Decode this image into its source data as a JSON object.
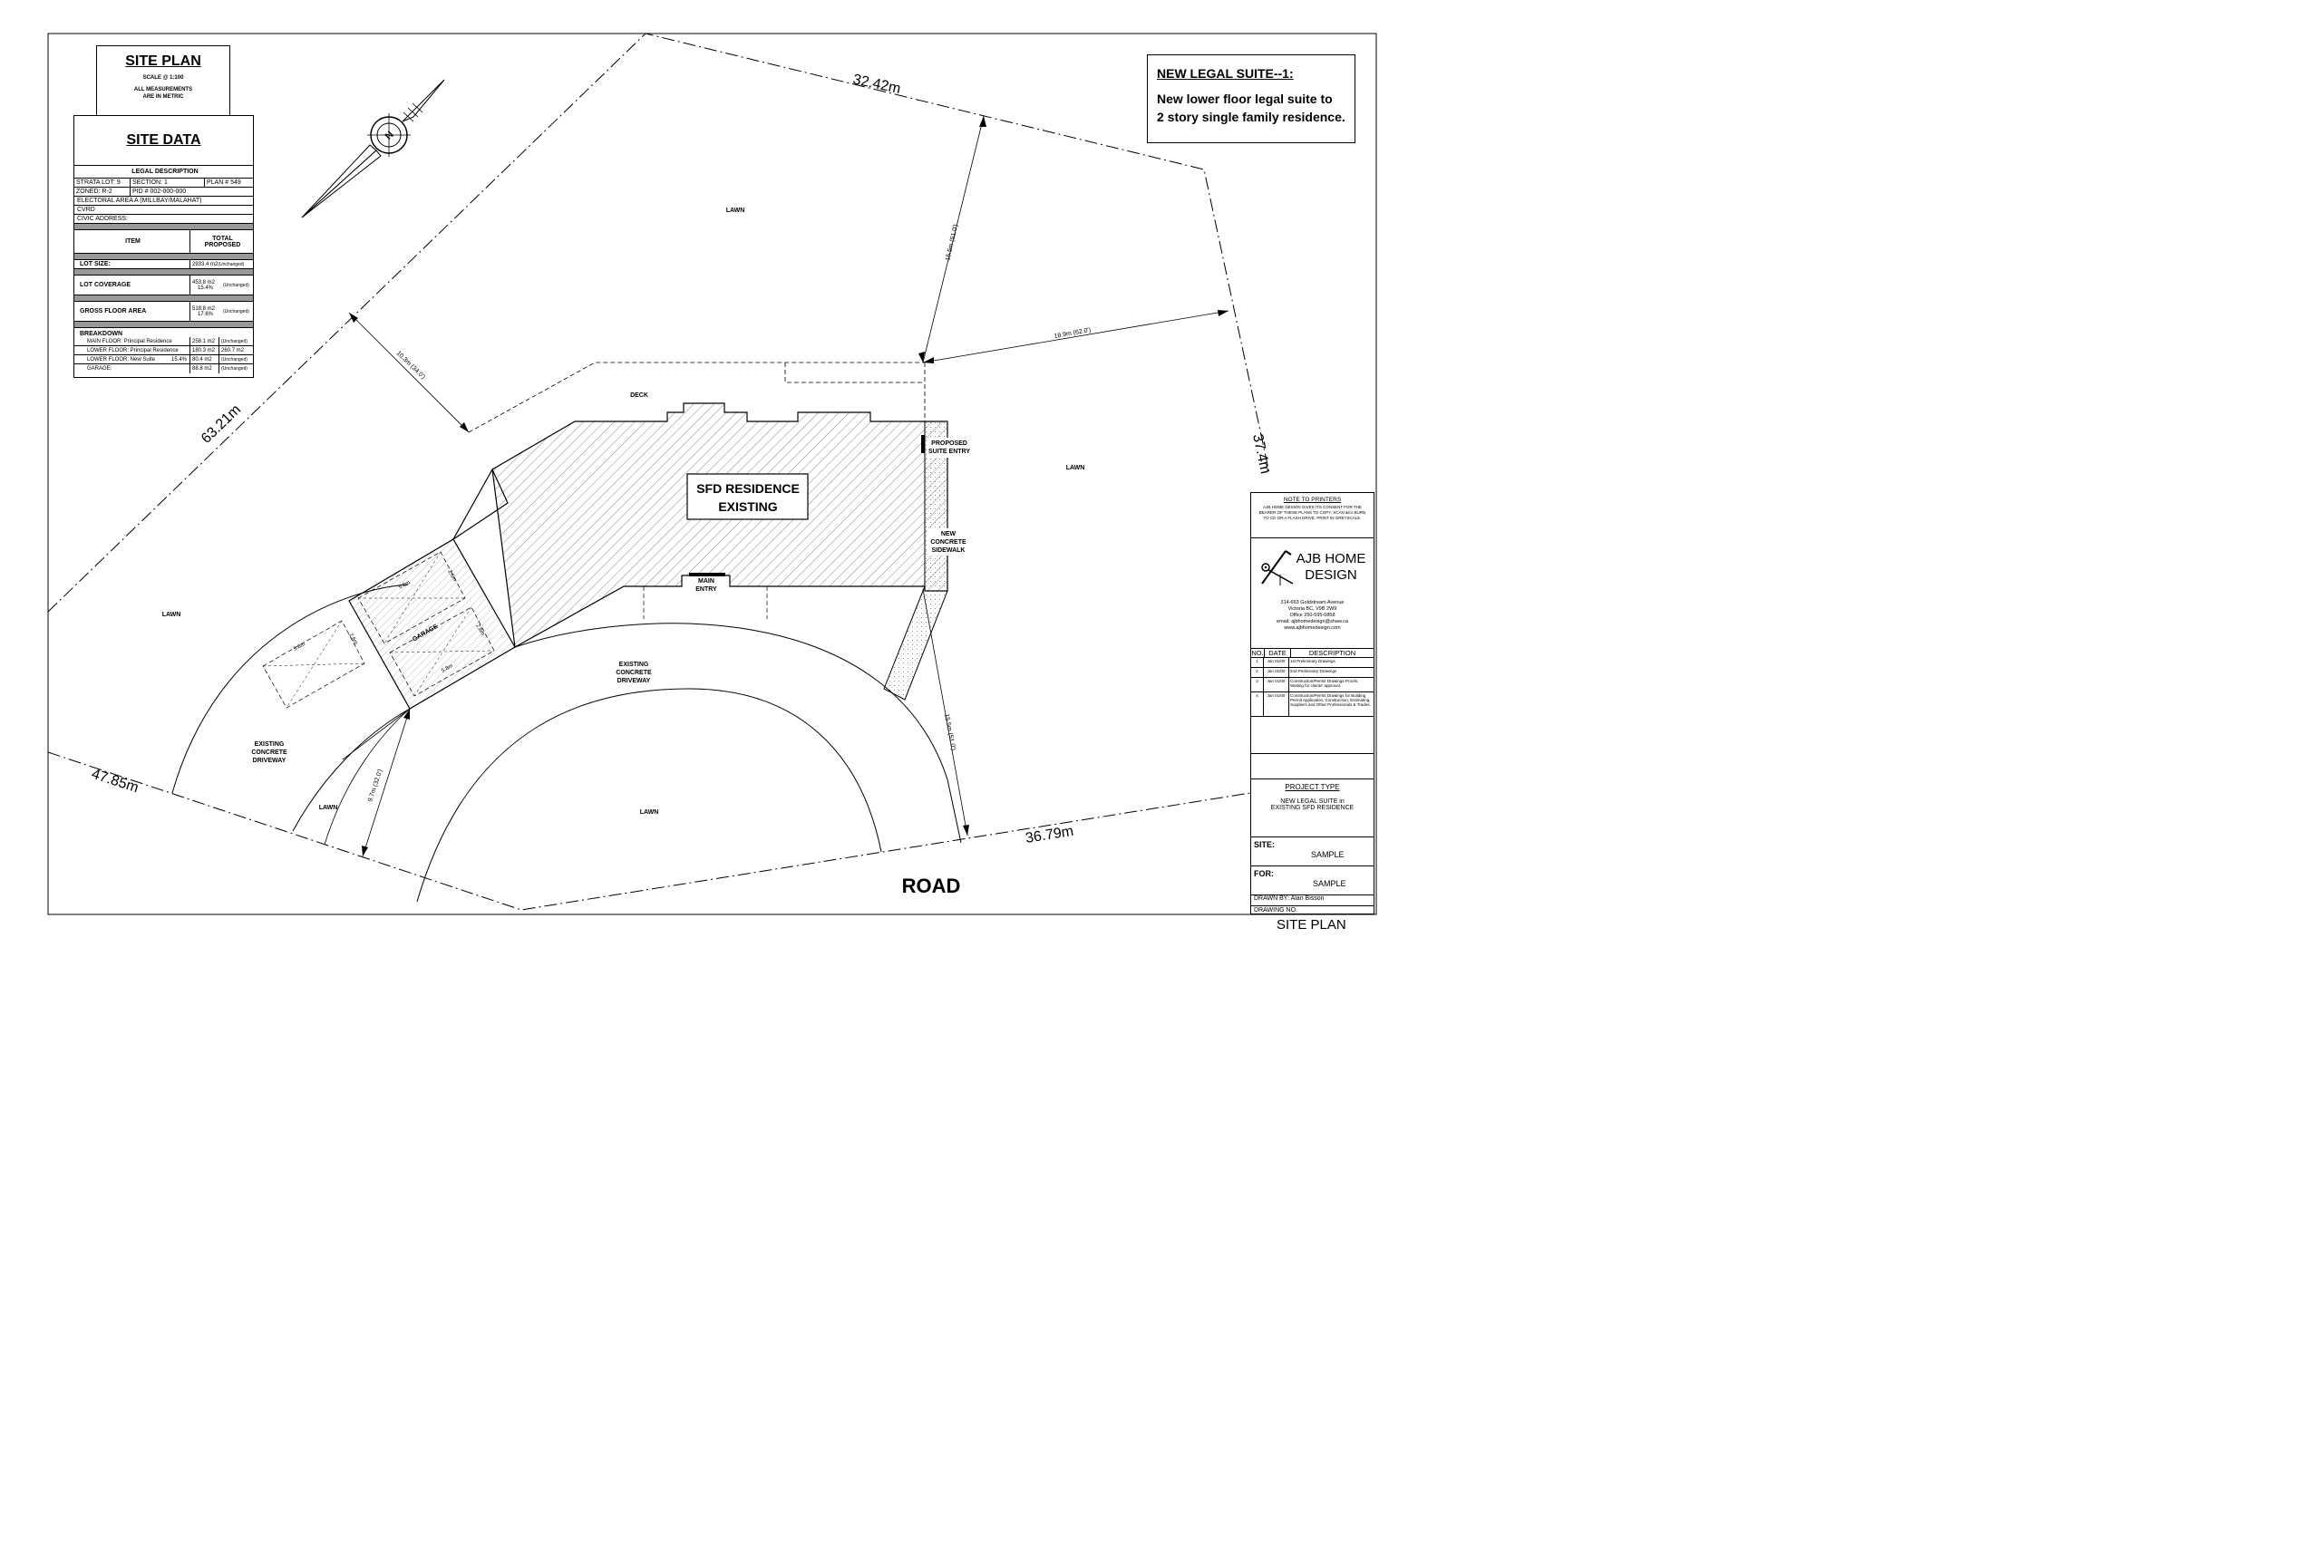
{
  "site_plan": {
    "title": "SITE PLAN",
    "scale": "SCALE @ 1:100",
    "note_line1": "ALL MEASUREMENTS",
    "note_line2": "ARE IN METRIC"
  },
  "site_data": {
    "title": "SITE DATA",
    "legal_description": "LEGAL DESCRIPTION",
    "strata_lot": "STRATA LOT: 9",
    "section": "SECTION: 1",
    "plan": "PLAN # 549",
    "zoned": "ZONED: R-2",
    "pid": "PID # 002-000-000",
    "electoral": "ELECTORAL AREA A (MILLBAY/MALAHAT)",
    "cvrd": "CVRD",
    "civic": "CIVIC ADDRESS:",
    "item_header": "ITEM",
    "total_header_1": "TOTAL",
    "total_header_2": "PROPOSED",
    "lot_size_label": "LOT SIZE:",
    "lot_size_value": "2933.4 m2",
    "unchanged": "(Unchanged)",
    "lot_coverage_label": "LOT COVERAGE",
    "lot_coverage_value": "453.8 m2",
    "lot_coverage_pct": "15.4%",
    "gfa_label": "GROSS FLOOR AREA",
    "gfa_value": "518.8 m2",
    "gfa_pct": "17.6%",
    "breakdown_label": "BREAKDOWN",
    "main_floor_label": "MAIN FLOOR: Principal Residence",
    "main_floor_value": "258.1 m2",
    "lower_floor_label": "LOWER FLOOR: Principal Residence",
    "lower_floor_value": "180.3 m2",
    "lower_total": "260.7 m2",
    "new_suite_label": "LOWER FLOOR: New Suite",
    "new_suite_pct": "15.4%",
    "new_suite_value": "80.4 m2",
    "garage_label": "GARAGE:",
    "garage_value": "88.8 m2"
  },
  "suite_note": {
    "title": "NEW LEGAL SUITE--1:",
    "line1": "New lower floor legal suite to",
    "line2": "2 story single family residence."
  },
  "plan_labels": {
    "north": "N",
    "dim_top": "32.42m",
    "dim_left": "63.21m",
    "dim_right": "37.4m",
    "dim_bottom_left": "47.85m",
    "dim_bottom_right": "36.79m",
    "setback_1": "15.5m (51.0')",
    "setback_2": "18.9m (62.0')",
    "setback_3": "10.3m (34.0')",
    "setback_4": "15.5m (51.0')",
    "setback_5": "9.7m (32.0')",
    "lawn": "LAWN",
    "deck": "DECK",
    "residence_1": "SFD RESIDENCE",
    "residence_2": "EXISTING",
    "suite_entry_1": "PROPOSED",
    "suite_entry_2": "SUITE ENTRY",
    "sidewalk_1": "NEW",
    "sidewalk_2": "CONCRETE",
    "sidewalk_3": "SIDEWALK",
    "main_entry_1": "MAIN",
    "main_entry_2": "ENTRY",
    "garage": "GARAGE",
    "driveway_1": "EXISTING",
    "driveway_2": "CONCRETE",
    "driveway_3": "DRIVEWAY",
    "road": "ROAD",
    "park_w": "5.8m",
    "park_h": "2.6m",
    "park_w2": "5.8m",
    "park_h2": "2.6m"
  },
  "title_block": {
    "note_title": "NOTE TO PRINTERS",
    "note_text": "AJB HOME DESIGN GIVES ITS CONSENT FOR THE BEARER OF THESE PLANS TO COPY, SCAN &/or BURN TO CD OR A FLASH DRIVE. PRINT IN GREYSCALE.",
    "company_1": "AJB HOME",
    "company_2": "DESIGN",
    "address_1": "314-663 Goldstream Avenue",
    "address_2": "Victoria BC, V9B 2W9",
    "office": "Office 250-595-0858",
    "email": "email: ajbhomedesign@shaw.ca",
    "web": "www.ajbhomedesign.com",
    "col_no": "NO.",
    "col_date": "DATE",
    "col_desc": "DESCRIPTION",
    "revisions": [
      {
        "no": "1",
        "date": "Jan 01/00",
        "desc": "1st Preliminary Drawings"
      },
      {
        "no": "2",
        "date": "Jan 01/00",
        "desc": "2nd Preliminary Drawings"
      },
      {
        "no": "3",
        "date": "Jan 01/00",
        "desc": "Construction/Permit Drawings-Proofs: Waiting for clients' approval."
      },
      {
        "no": "4",
        "date": "Jan 01/00",
        "desc": "Construction/Permit Drawings for Building Permit Application, Construction, Estimating, Suppliers and Other Professionals & Trades."
      }
    ],
    "project_type_label": "PROJECT TYPE",
    "project_type_1": "NEW LEGAL SUITE in",
    "project_type_2": "EXISTING SFD RESIDENCE",
    "site_label": "SITE:",
    "site_value": "SAMPLE",
    "for_label": "FOR:",
    "for_value": "SAMPLE",
    "drawn_by": "DRAWN BY: Alan Bisson",
    "drawing_no_label": "DRAWING NO.",
    "drawing_no_value": "SITE PLAN"
  }
}
